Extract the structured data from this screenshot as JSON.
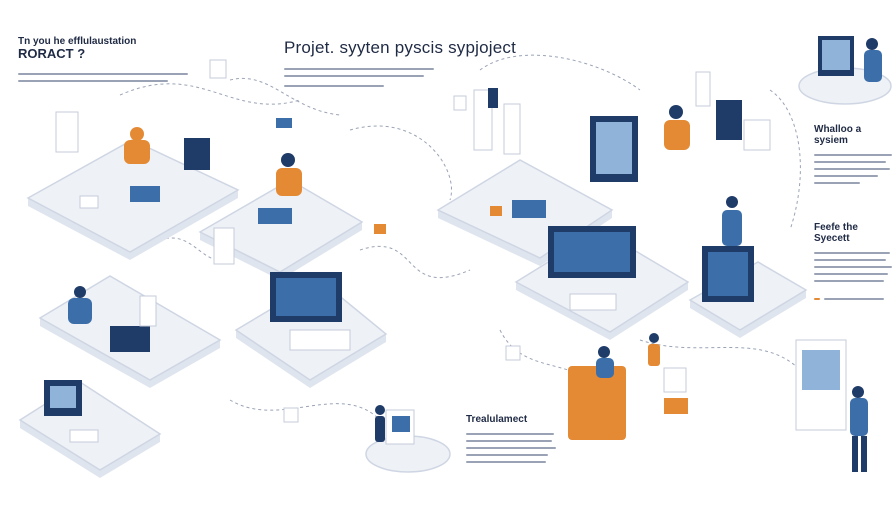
{
  "top_left": {
    "line1": "Tn you he efflulaustation",
    "line2": "RORACT ?"
  },
  "top_center": {
    "title": "Projet. syyten pyscis sypjoject"
  },
  "right_top": {
    "heading": "Whalloo a sysiem"
  },
  "right_middle": {
    "heading": "Feefe the Syecett"
  },
  "bottom_center": {
    "heading": "Trealulamect"
  },
  "colors": {
    "navy": "#1f3b67",
    "orange": "#e48a35",
    "blue": "#3c6fa9",
    "platform": "#eef1f6",
    "outline": "#cfd6e3"
  }
}
